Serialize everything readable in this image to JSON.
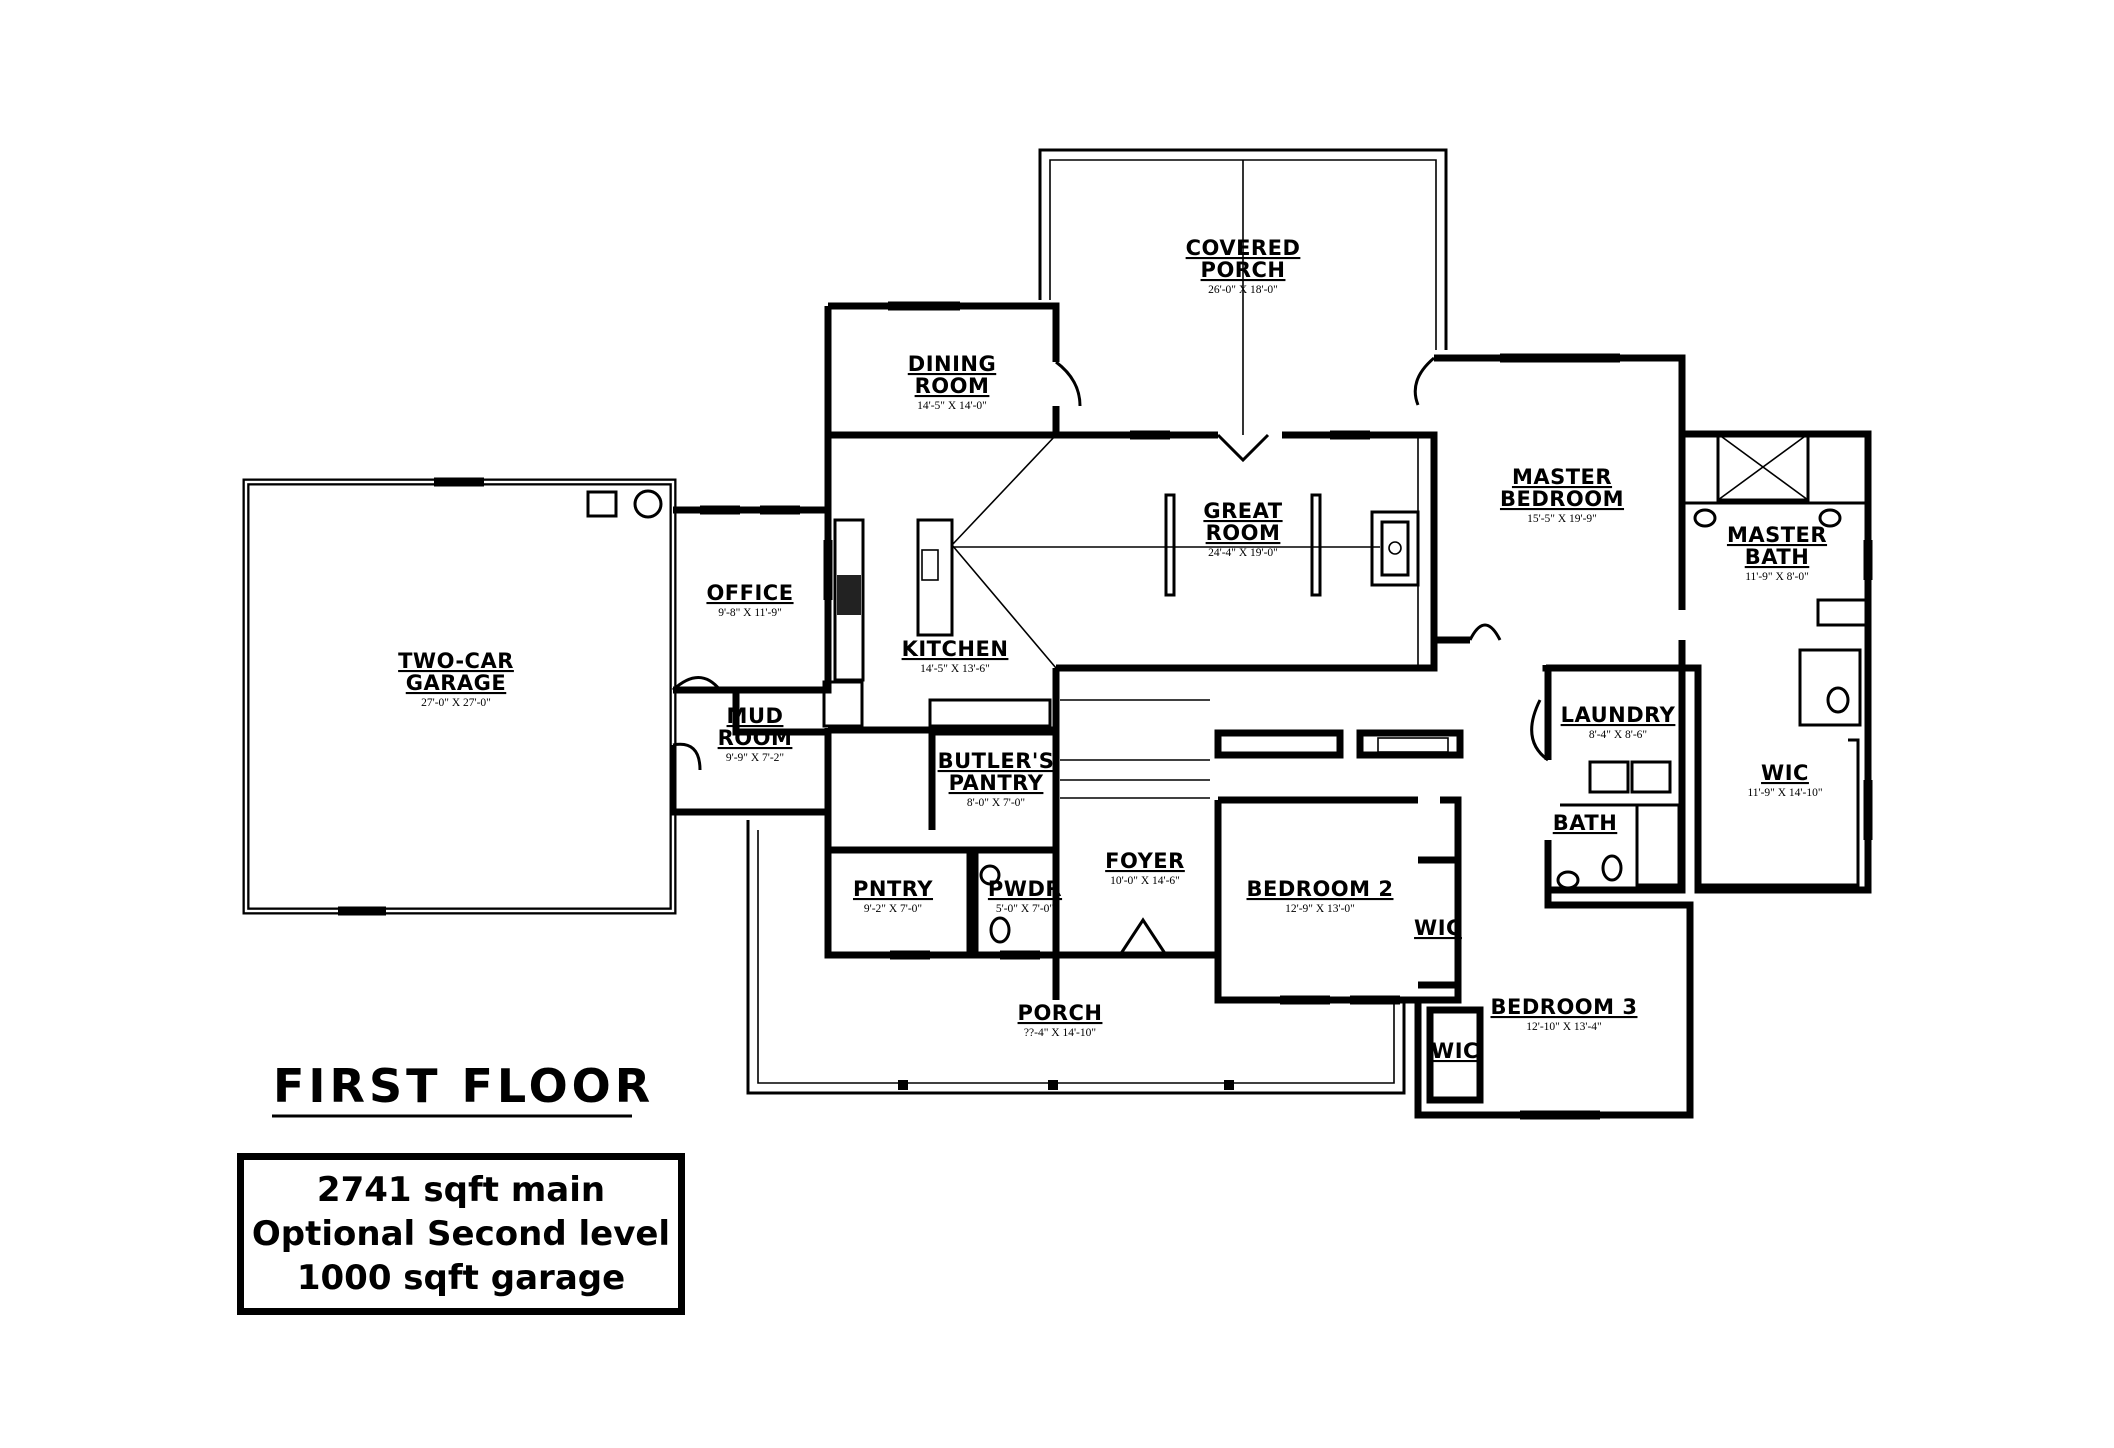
{
  "plan": {
    "title": "FIRST FLOOR",
    "info_lines": [
      "2741 sqft main",
      "Optional Second level",
      "1000 sqft garage"
    ],
    "rooms": [
      {
        "id": "garage",
        "name": [
          "TWO-CAR",
          "GARAGE"
        ],
        "dim": "27'-0\" X 27'-0\""
      },
      {
        "id": "office",
        "name": [
          "OFFICE"
        ],
        "dim": "9'-8\" X 11'-9\""
      },
      {
        "id": "mud-room",
        "name": [
          "MUD",
          "ROOM"
        ],
        "dim": "9'-9\" X 7'-2\""
      },
      {
        "id": "dining-room",
        "name": [
          "DINING",
          "ROOM"
        ],
        "dim": "14'-5\" X 14'-0\""
      },
      {
        "id": "kitchen",
        "name": [
          "KITCHEN"
        ],
        "dim": "14'-5\" X 13'-6\""
      },
      {
        "id": "covered-porch",
        "name": [
          "COVERED",
          "PORCH"
        ],
        "dim": "26'-0\" X 18'-0\""
      },
      {
        "id": "great-room",
        "name": [
          "GREAT",
          "ROOM"
        ],
        "dim": "24'-4\" X 19'-0\""
      },
      {
        "id": "master-bedroom",
        "name": [
          "MASTER",
          "BEDROOM"
        ],
        "dim": "15'-5\" X 19'-9\""
      },
      {
        "id": "master-bath",
        "name": [
          "MASTER",
          "BATH"
        ],
        "dim": "11'-9\" X 8'-0\""
      },
      {
        "id": "laundry",
        "name": [
          "LAUNDRY"
        ],
        "dim": "8'-4\" X 8'-6\""
      },
      {
        "id": "wic-master",
        "name": [
          "WIC"
        ],
        "dim": "11'-9\" X 14'-10\""
      },
      {
        "id": "bath",
        "name": [
          "BATH"
        ],
        "dim": ""
      },
      {
        "id": "butlers-pantry",
        "name": [
          "BUTLER'S",
          "PANTRY"
        ],
        "dim": "8'-0\" X 7'-0\""
      },
      {
        "id": "pantry",
        "name": [
          "PNTRY"
        ],
        "dim": "9'-2\" X 7'-0\""
      },
      {
        "id": "powder",
        "name": [
          "PWDR"
        ],
        "dim": "5'-0\" X 7'-0\""
      },
      {
        "id": "foyer",
        "name": [
          "FOYER"
        ],
        "dim": "10'-0\" X 14'-6\""
      },
      {
        "id": "bedroom-2",
        "name": [
          "BEDROOM 2"
        ],
        "dim": "12'-9\" X 13'-0\""
      },
      {
        "id": "wic-bedroom-2",
        "name": [
          "WIC"
        ],
        "dim": ""
      },
      {
        "id": "bedroom-3",
        "name": [
          "BEDROOM 3"
        ],
        "dim": "12'-10\" X 13'-4\""
      },
      {
        "id": "wic-bedroom-3",
        "name": [
          "WIC"
        ],
        "dim": ""
      },
      {
        "id": "porch",
        "name": [
          "PORCH"
        ],
        "dim": "??-4\" X 14'-10\""
      }
    ]
  }
}
